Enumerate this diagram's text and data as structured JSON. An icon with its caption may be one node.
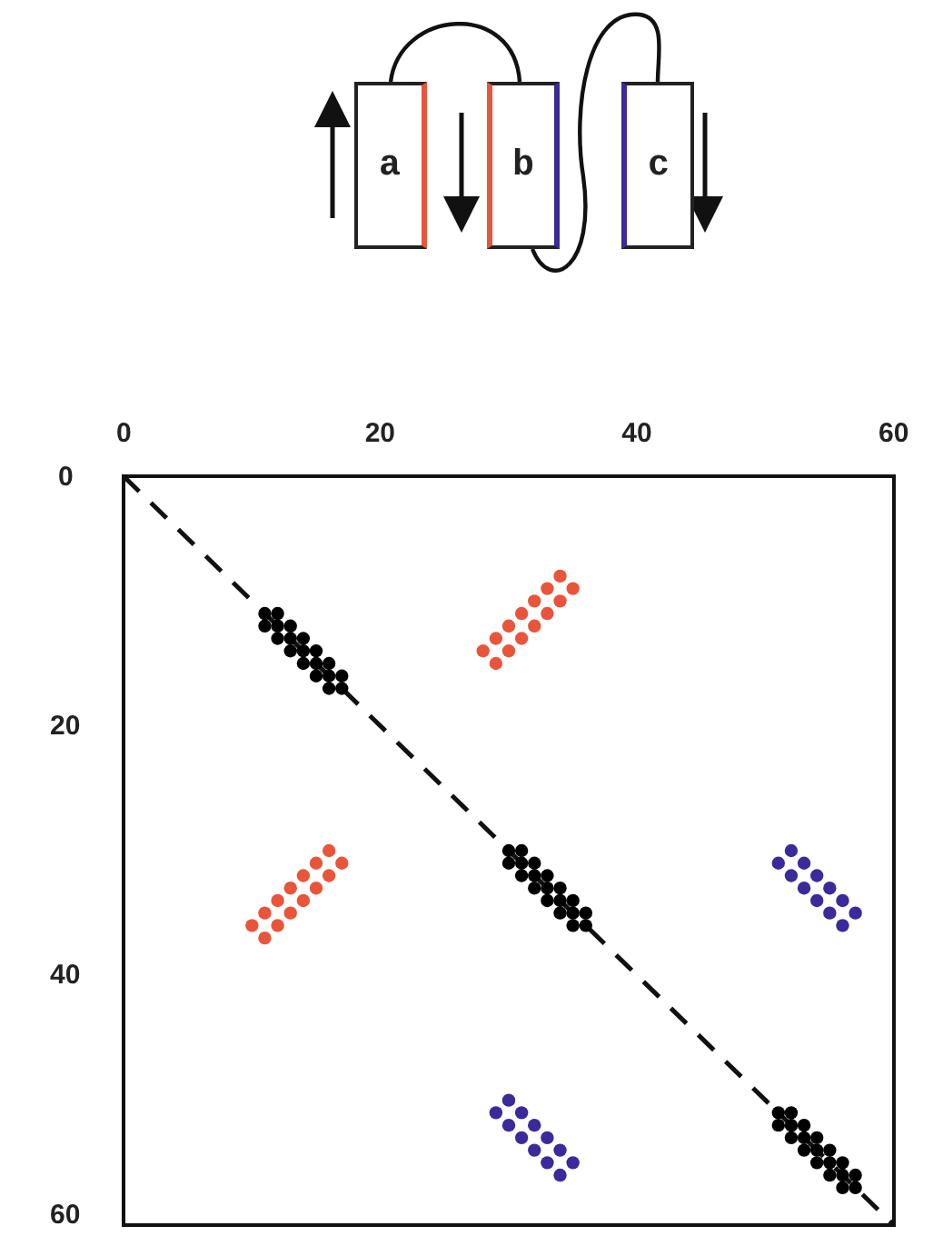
{
  "diagram": {
    "nodes": [
      {
        "text": [
          "a"
        ]
      },
      {
        "text": [
          "b"
        ]
      },
      {
        "text": [
          "c"
        ]
      }
    ],
    "edges": [
      {
        "from": 0,
        "to": 1,
        "arrow": "none"
      },
      {
        "from": 1,
        "to": 2,
        "arrow": "none"
      }
    ],
    "labels": [
      "0",
      "20",
      "40",
      "60",
      "0",
      "20",
      "40",
      "60"
    ]
  }
}
